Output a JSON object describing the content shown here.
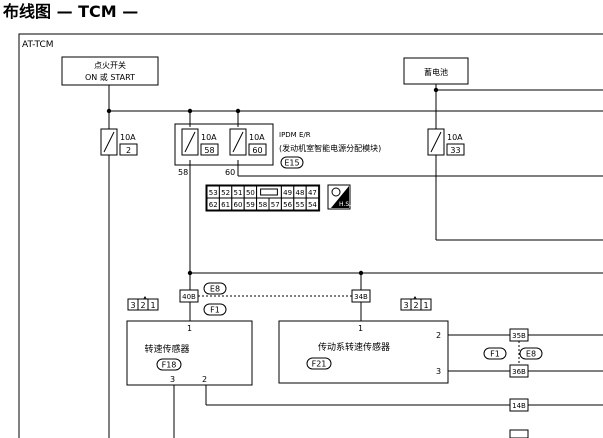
{
  "page": {
    "title": "布线图 — TCM —",
    "section_label": "AT-TCM"
  },
  "ignition_switch": {
    "line1": "点火开关",
    "line2": "ON 或 START"
  },
  "battery": {
    "label": "蓄电池"
  },
  "fuses": [
    {
      "rating": "10A",
      "number": "2"
    },
    {
      "rating": "10A",
      "number": "58"
    },
    {
      "rating": "10A",
      "number": "60"
    },
    {
      "rating": "10A",
      "number": "33"
    }
  ],
  "ipdm": {
    "name": "IPDM E/R",
    "desc": "(发动机室智能电源分配模块)",
    "connector": "E15",
    "pin_58": "58",
    "pin_60": "60"
  },
  "connector_grid": {
    "row1": [
      "53",
      "52",
      "51",
      "50",
      "",
      "49",
      "48",
      "47"
    ],
    "row2": [
      "62",
      "61",
      "60",
      "59",
      "58",
      "57",
      "56",
      "55",
      "54"
    ],
    "hs_label": "H.S."
  },
  "connectors": {
    "c40b": "40B",
    "c34b": "34B",
    "e8": "E8",
    "f1": "F1",
    "c35b": "35B",
    "c36b": "36B",
    "c14b": "14B"
  },
  "pin_triangles": {
    "left": [
      "3",
      "2",
      "1"
    ],
    "right": [
      "3",
      "2",
      "1"
    ]
  },
  "speed_sensor": {
    "label": "转速传感器",
    "connector": "F18",
    "pin_top": "1",
    "pin_3": "3",
    "pin_2": "2"
  },
  "drive_sensor": {
    "label": "传动系转速传感器",
    "connector": "F21",
    "pin_top": "1",
    "pin_2": "2",
    "pin_3": "3"
  }
}
